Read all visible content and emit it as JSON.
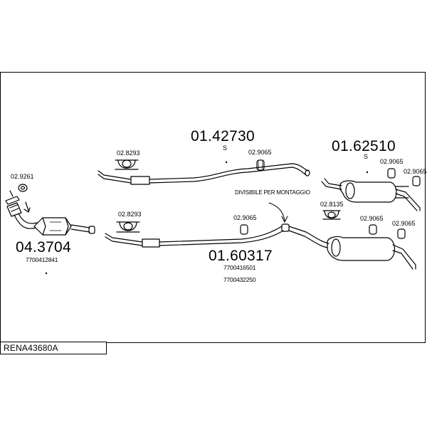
{
  "catalog_code": "RENA43680A",
  "parts": {
    "cat": {
      "number": "04.3704",
      "oe": "7700412841"
    },
    "front_tube_upper": {
      "number": "01.42730",
      "suffix": "S"
    },
    "rear_box_upper": {
      "number": "01.62510",
      "suffix": "S"
    },
    "mid_tube": {
      "number": "01.60317",
      "oe_1": "7700416501",
      "oe_2": "7700432250"
    }
  },
  "fittings": {
    "gasket_cat": "02.9261",
    "clamp_upper": "02.8293",
    "clamp_lower": "02.8293",
    "hanger_upper": "02.9065",
    "hanger_lower": "02.9065",
    "hanger_rear_upper_1": "02.9065",
    "hanger_rear_upper_2": "02.9065",
    "hanger_rear_lower_1": "02.9065",
    "hanger_rear_lower_2": "02.9065",
    "rear_clamp": "02.8135"
  },
  "note": "DIVISIBILE PER MONTAGGIO"
}
